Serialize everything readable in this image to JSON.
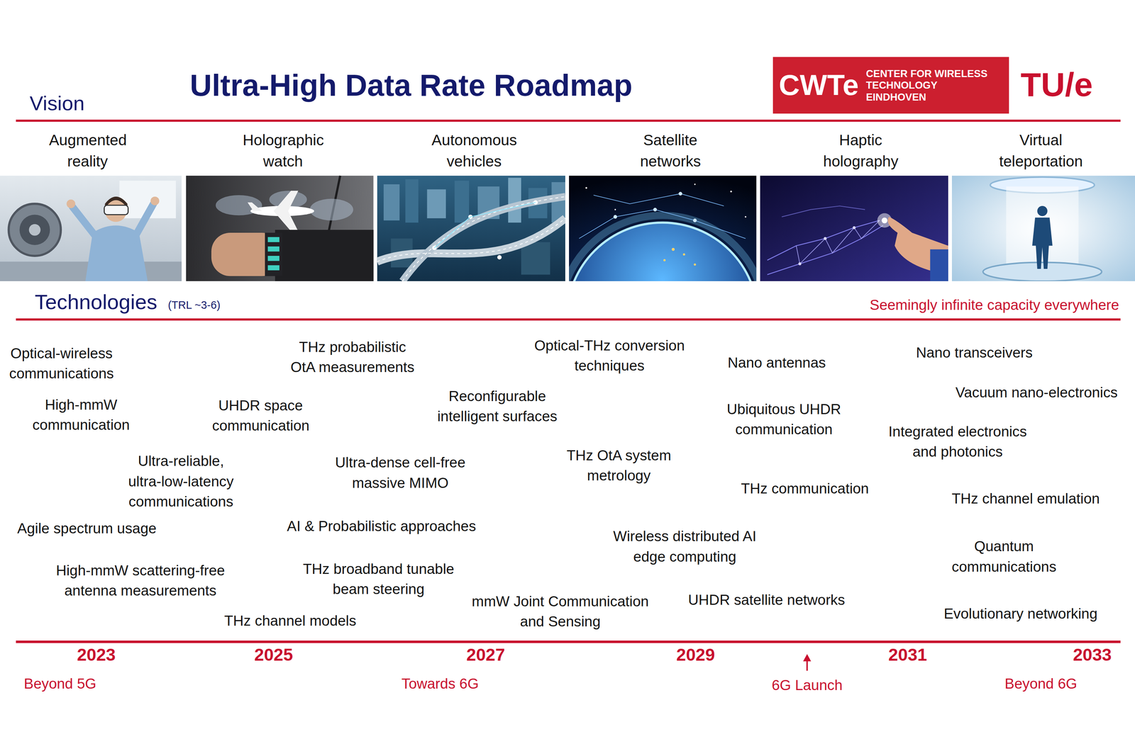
{
  "diagram": {
    "title": "Ultra-High Data Rate Roadmap",
    "nodes": [
      {
        "text": [
          "CWTe",
          "CENTER FOR WIRELESS TECHNOLOGY EINDHOVEN"
        ]
      }
    ],
    "labels": [
      "Vision",
      "TU/e",
      "Augmented reality",
      "Holographic watch",
      "Autonomous vehicles",
      "Satellite networks",
      "Haptic holography",
      "Virtual teleportation",
      "Technologies",
      "(TRL ~3-6)",
      "Seemingly infinite capacity everywhere",
      "Optical-wireless communications",
      "High-mmW communication",
      "Ultra-reliable, ultra-low-latency communications",
      "Agile spectrum usage",
      "High-mmW scattering-free antenna measurements",
      "THz probabilistic OtA measurements",
      "UHDR space communication",
      "Ultra-dense cell-free massive MIMO",
      "AI & Probabilistic approaches",
      "THz broadband tunable beam steering",
      "THz channel models",
      "Optical-THz conversion techniques",
      "Reconfigurable intelligent surfaces",
      "THz OtA system metrology",
      "Wireless distributed AI edge computing",
      "mmW Joint Communication and Sensing",
      "Nano antennas",
      "Ubiquitous UHDR communication",
      "THz communication",
      "UHDR satellite networks",
      "Nano transceivers",
      "Vacuum nano-electronics",
      "Integrated electronics and photonics",
      "THz channel emulation",
      "Quantum communications",
      "Evolutionary networking",
      "2023",
      "2025",
      "2027",
      "2029",
      "2031",
      "2033",
      "Beyond 5G",
      "Towards 6G",
      "6G Launch",
      "Beyond 6G"
    ]
  }
}
